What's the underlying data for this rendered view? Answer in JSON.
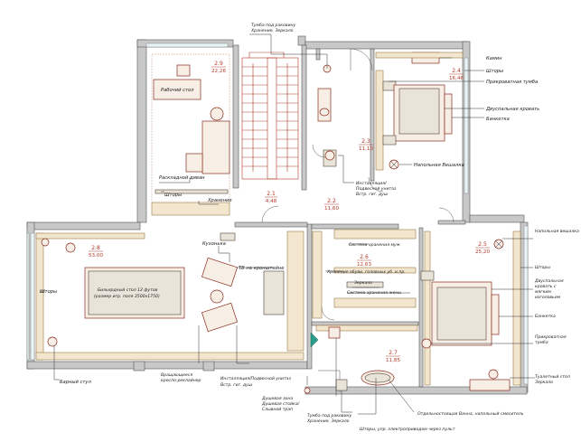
{
  "rooms": [
    {
      "num": "2.9",
      "area": "22,26"
    },
    {
      "num": "2.4",
      "area": "16,46"
    },
    {
      "num": "2.3",
      "area": "11,10"
    },
    {
      "num": "2.1",
      "area": "4,48"
    },
    {
      "num": "2.2",
      "area": "11,60"
    },
    {
      "num": "2.8",
      "area": "53,00"
    },
    {
      "num": "2.6",
      "area": "12,63"
    },
    {
      "num": "2.5",
      "area": "25,20"
    },
    {
      "num": "2.7",
      "area": "11,85"
    }
  ],
  "labels": {
    "sink_top_1": "Тумба под раковину",
    "sink_top_2": "Хранение, Зеркало",
    "work_table": "Рабочий стол",
    "sofa_bed": "Раскладной диван",
    "curtains_29": "Шторы",
    "storage_29": "Хранение",
    "fireplace": "Камин",
    "curtains_24": "Шторы",
    "bedside_24": "Прикроватная тумба",
    "double_bed_24": "Двуспальная кровать",
    "bench_24": "Банкетка",
    "ceiling_hanger_24": "Напольная Вешалка",
    "install_22_1": "Инсталляция/",
    "install_22_2": "Подвесной унитаз",
    "install_22_3": "Встр. гиг. душ",
    "kitchenette": "Кухонька",
    "tv_bracket": "ТВ на кронштейне",
    "billiard_1": "Бильярдный стол 12 футов",
    "billiard_2": "(размер игр. поля 3500х1750)",
    "curtains_28": "Шторы",
    "bar_chair": "Барный стул",
    "recliner_1": "Вращающееся",
    "recliner_2": "кресло-реклайнер",
    "install_28_1": "Инсталляция/Подвесной унитаз",
    "install_28_2": "Встр. гиг. душ",
    "shower_1": "Душевая зона",
    "shower_2": "Душевая стойка/",
    "shower_3": "Слывной трап",
    "sink_bottom_1": "Тумба под раковину",
    "sink_bottom_2": "Хранение, Зеркало",
    "curtains_27": "Шторы, упр. электроприводом через пульт",
    "bath": "Отдельностоящая Ванна, напольный смеситель",
    "storage_men": "Система хранения муж",
    "storage_hats": "Хранение обуви, головных уб. и пр.",
    "mirror_26": "Зеркало",
    "storage_women": "Система хранения жены",
    "hanger_25": "Напольная вешалка",
    "curtains_25": "Шторы",
    "double_bed_25_1": "Двуспальная",
    "double_bed_25_2": "кровать с",
    "double_bed_25_3": "мягким",
    "double_bed_25_4": "изголовьем",
    "bench_25": "Банкетка",
    "bedside_25_1": "Прикроватная",
    "bedside_25_2": "тумба",
    "vanity_1": "Туалетный стол",
    "vanity_2": "Зеркало"
  },
  "colors": {
    "room_number": "#b23a2a",
    "furniture_outline": "#8a2b1c",
    "wall_fill": "#c8c8c8",
    "storage_fill": "#f3e6cf"
  }
}
